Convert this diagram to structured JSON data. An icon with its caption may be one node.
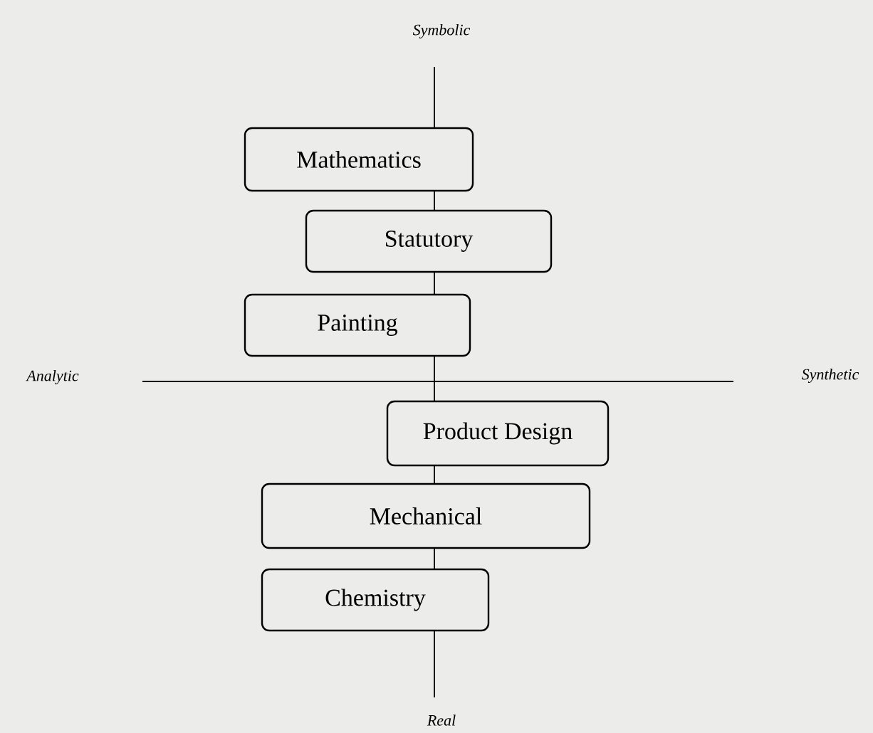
{
  "diagram": {
    "nodes": [
      {
        "text": [
          "Mathematics"
        ]
      },
      {
        "text": [
          "Statutory"
        ]
      },
      {
        "text": [
          "Painting"
        ]
      },
      {
        "text": [
          "Product Design"
        ]
      },
      {
        "text": [
          "Mechanical"
        ]
      },
      {
        "text": [
          "Chemistry"
        ]
      }
    ],
    "labels": [
      "Symbolic",
      "Analytic",
      "Synthetic",
      "Real"
    ]
  }
}
